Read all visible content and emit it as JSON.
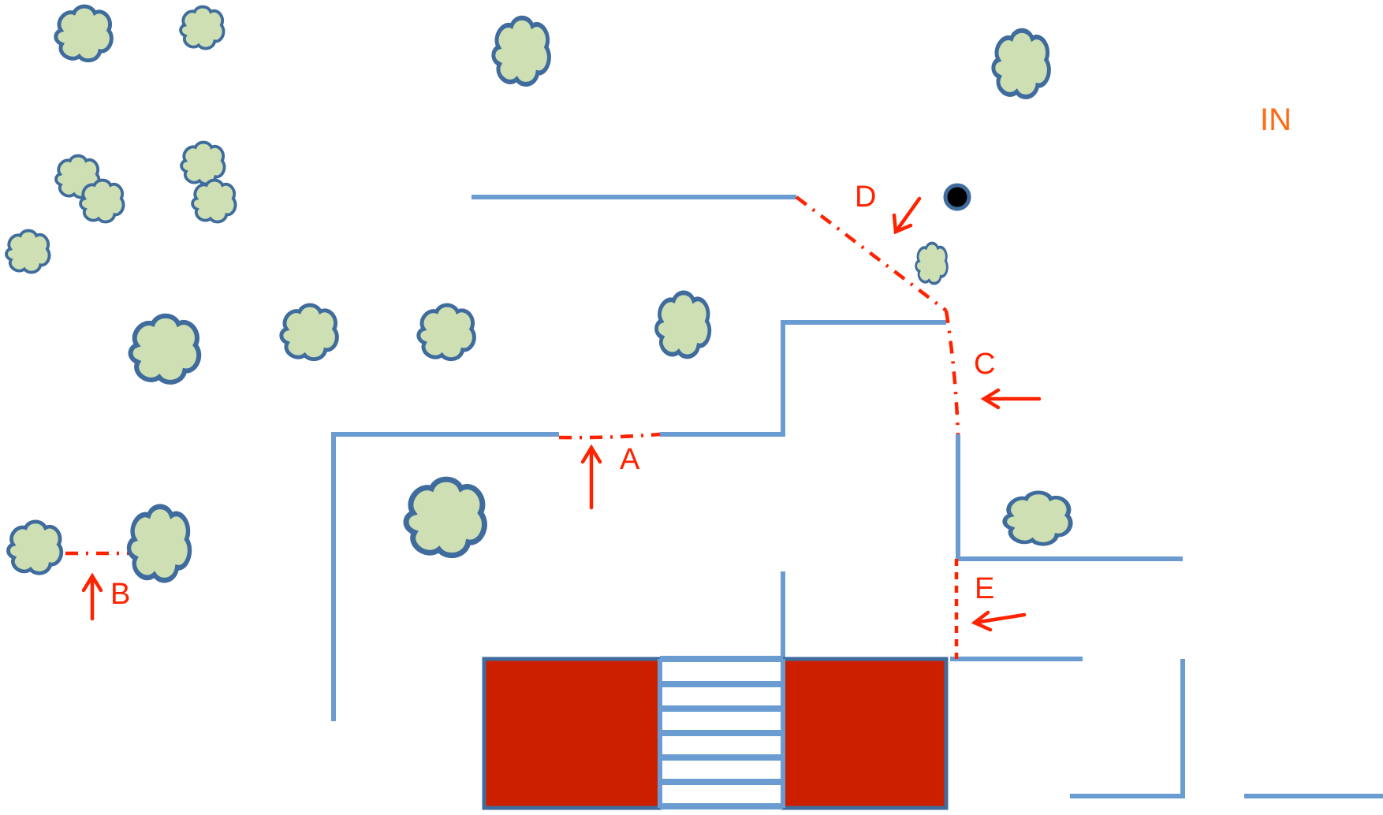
{
  "labels": {
    "in": "IN",
    "a": "A",
    "b": "B",
    "c": "C",
    "d": "D",
    "e": "E"
  },
  "colors": {
    "wall": "#6a9bd1",
    "gap_marker": "#ff2200",
    "in_label": "#ff6a13",
    "tree_fill": "#cddfb3",
    "tree_outline": "#3f6c9d",
    "building": "#cc1f00",
    "position_dot": "#000000"
  },
  "icons": {
    "tree": "tree-icon",
    "arrow": "arrow-icon",
    "position": "position-dot-icon"
  }
}
